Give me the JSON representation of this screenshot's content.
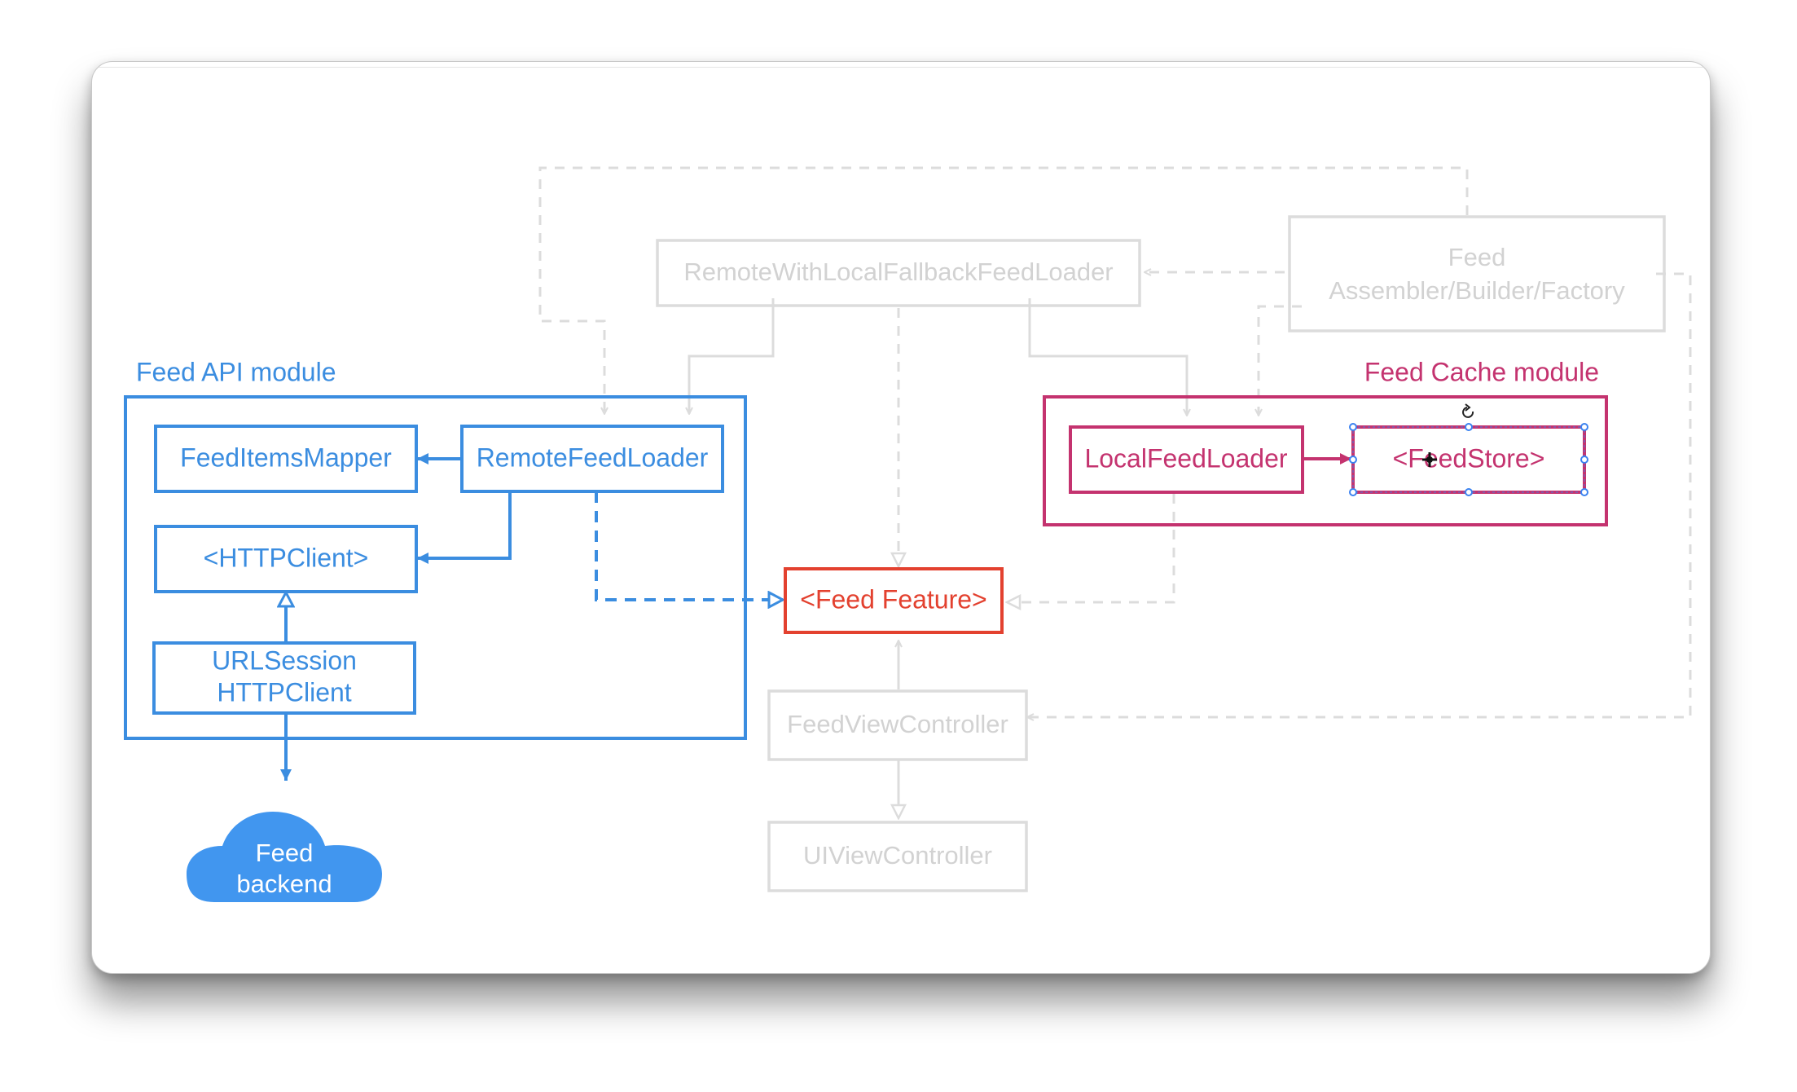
{
  "modules": {
    "api_title": "Feed API module",
    "cache_title": "Feed Cache module"
  },
  "nodes": {
    "remote_with_fallback": "RemoteWithLocalFallbackFeedLoader",
    "assembler_line1": "Feed",
    "assembler_line2": "Assembler/Builder/Factory",
    "feed_items_mapper": "FeedItemsMapper",
    "remote_feed_loader": "RemoteFeedLoader",
    "http_client": "<HTTPClient>",
    "urlsession_line1": "URLSession",
    "urlsession_line2": "HTTPClient",
    "feed_backend_line1": "Feed",
    "feed_backend_line2": "backend",
    "feed_feature": "<Feed Feature>",
    "local_feed_loader": "LocalFeedLoader",
    "feed_store": "<FeedStore>",
    "feed_view_controller": "FeedViewController",
    "ui_view_controller": "UIViewController"
  },
  "colors": {
    "api_blue": "#3b8de0",
    "cache_magenta": "#c4336f",
    "feature_red": "#e3412f",
    "faded_gray": "#dcdcdc",
    "faded_text": "#d2d2d2",
    "cloud_blue": "#4196ef",
    "selection_handle": "#3b82f0"
  }
}
